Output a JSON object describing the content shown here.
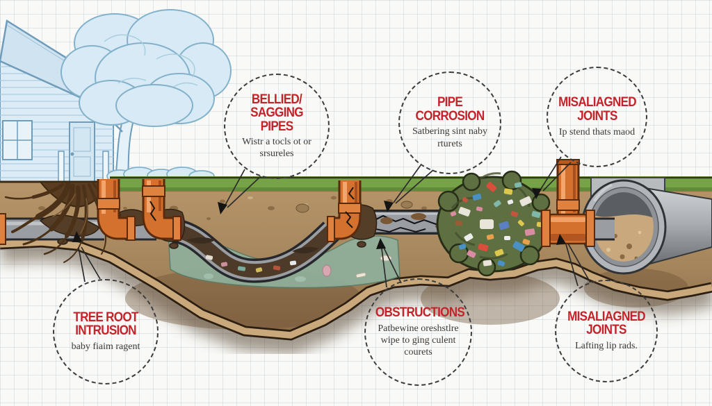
{
  "diagram": {
    "title": "Sewer line problems cutaway diagram",
    "callouts": [
      {
        "id": "bellied-sagging-pipes",
        "title": "BELLIED/ SAGGING PIPES",
        "subtext": "Wistr a tocls ot or srsureles"
      },
      {
        "id": "pipe-corrosion",
        "title": "PIPE CORROSION",
        "subtext": "Satbering sint naby rturets"
      },
      {
        "id": "misaligned-joints-top",
        "title": "MISALIAGNED JOINTS",
        "subtext": "Ip stend thats maod"
      },
      {
        "id": "tree-root-intrusion",
        "title": "TREE ROOT INTRUSION",
        "subtext": "baby fiaim ragent"
      },
      {
        "id": "obstructions",
        "title": "OBSTRUCTIONS",
        "subtext": "Patbewine oreshstlre wipe to ging culent courets"
      },
      {
        "id": "misaligned-joints-bottom",
        "title": "MISALIAGNED JOINTS",
        "subtext": "Lafting lip rads."
      }
    ],
    "colors": {
      "label_red": "#c5232a",
      "label_text": "#3d3a36",
      "pipe_orange": "#d4712f",
      "old_pipe_gray": "#9a9ea2",
      "grass_green": "#76a348",
      "soil_brown": "#b6956a",
      "paper": "#f9f9f7"
    }
  }
}
